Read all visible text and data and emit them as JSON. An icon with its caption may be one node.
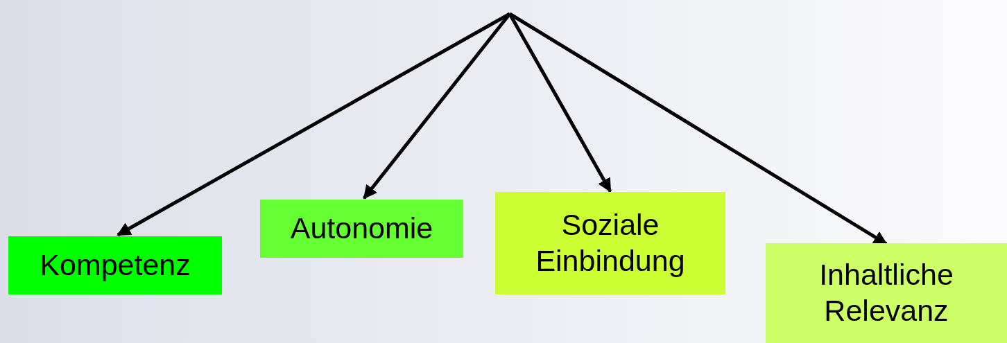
{
  "diagram": {
    "nodes": [
      {
        "text": [
          "Kompetenz"
        ]
      },
      {
        "text": [
          "Autonomie"
        ]
      },
      {
        "text": [
          "Soziale Einbindung"
        ]
      },
      {
        "text": [
          "Inhaltliche Relevanz"
        ]
      }
    ],
    "edges": [
      {
        "from": null,
        "to": 0,
        "arrow": "to"
      },
      {
        "from": null,
        "to": 1,
        "arrow": "to"
      },
      {
        "from": null,
        "to": 2,
        "arrow": "to"
      },
      {
        "from": null,
        "to": 3,
        "arrow": "to"
      }
    ]
  }
}
